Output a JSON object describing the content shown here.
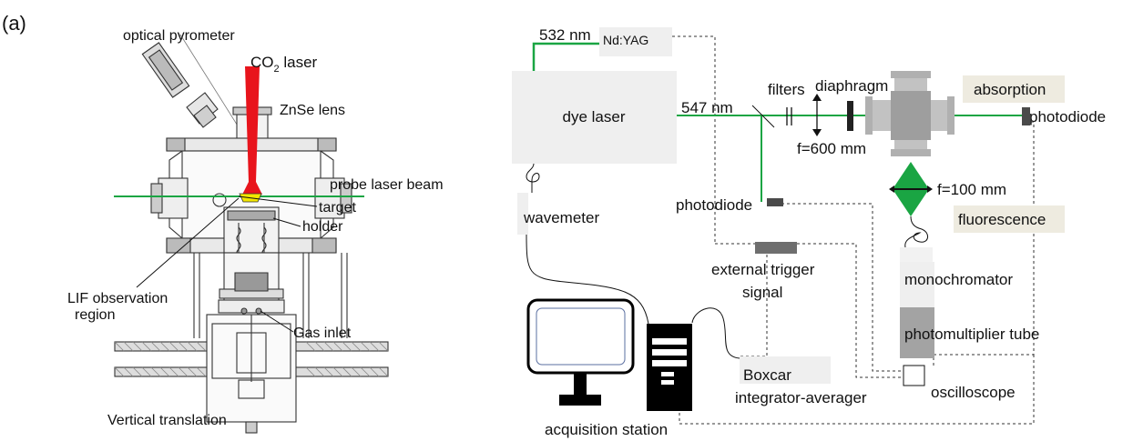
{
  "panel_label": "(a)",
  "left": {
    "optical_pyrometer": "optical pyrometer",
    "co2_laser_main": "CO",
    "co2_laser_sub": "2",
    "co2_laser_rest": " laser",
    "znse_lens": "ZnSe lens",
    "probe_beam": "probe laser beam",
    "target": "target",
    "holder": "holder",
    "lif_line1": "LIF observation",
    "lif_line2": "region",
    "gas_inlet": "Gas inlet",
    "vertical_translation": "Vertical translation"
  },
  "right": {
    "nm532": "532 nm",
    "ndyag": "Nd:YAG",
    "dye_laser": "dye laser",
    "nm547": "547 nm",
    "filters": "filters",
    "diaphragm": "diaphragm",
    "f600": "f=600 mm",
    "absorption": "absorption",
    "photodiode_right": "photodiode",
    "f100": "f=100 mm",
    "fluorescence": "fluorescence",
    "wavemeter": "wavemeter",
    "photodiode_mid": "photodiode",
    "ext_trigger_1": "external trigger",
    "ext_trigger_2": "signal",
    "monochromator": "monochromator",
    "photomultiplier": "photomultiplier tube",
    "boxcar_1": "Boxcar",
    "boxcar_2": "integrator-averager",
    "oscilloscope": "oscilloscope",
    "acquisition": "acquisition station"
  },
  "colors": {
    "beam_green": "#1aa543",
    "laser_red": "#e8141c",
    "box_fill": "#efefef",
    "label_bg": "#eeebe0",
    "dark_part": "#4a4a4a",
    "chamber_gray": "#b3b3b3",
    "pmt_gray": "#a3a3a3",
    "yellow_target": "#f2e600"
  }
}
